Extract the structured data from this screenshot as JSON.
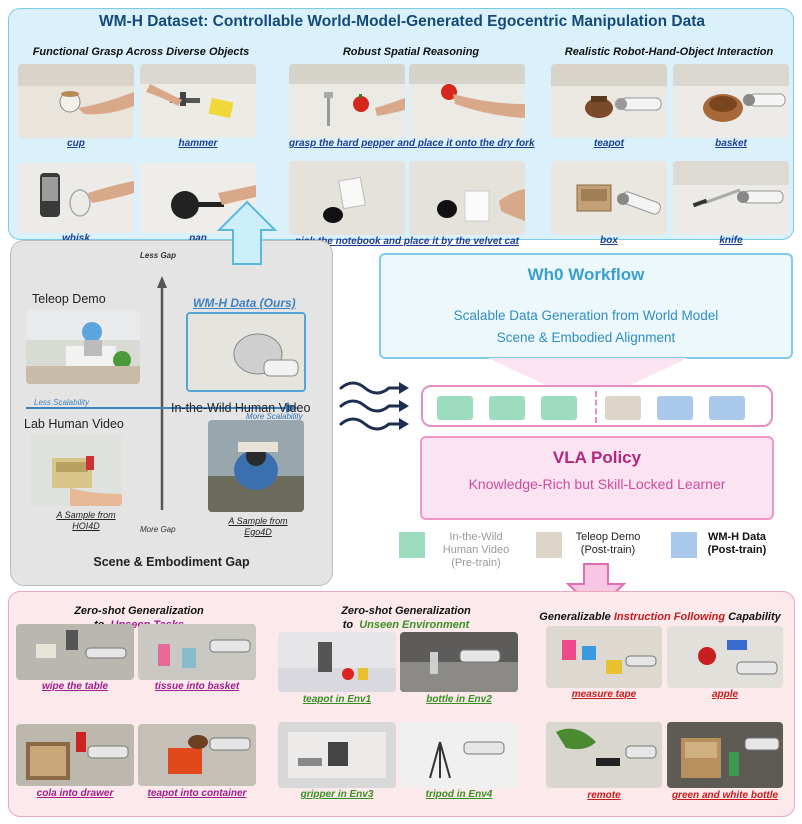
{
  "top": {
    "title": "WM-H Dataset: Controllable World-Model-Generated Egocentric Manipulation Data",
    "sections": [
      {
        "title": "Functional Grasp Across Diverse Objects",
        "items": [
          "cup",
          "hammer",
          "whisk",
          "pan"
        ]
      },
      {
        "title": "Robust Spatial Reasoning",
        "items": [
          "grasp the hard pepper and place it onto the dry fork",
          "pick the notebook and place it by the velvet cat"
        ]
      },
      {
        "title": "Realistic Robot-Hand-Object Interaction",
        "items": [
          "teapot",
          "basket",
          "box",
          "knife"
        ]
      }
    ]
  },
  "gap": {
    "axis_top": "Less Gap",
    "axis_bottom": "More Gap",
    "axis_left": "Less Scalability",
    "axis_right": "More Scalability",
    "teleop": "Teleop Demo",
    "wmh": "WM-H Data (Ours)",
    "lab": "Lab Human Video",
    "wild": "In-the-Wild Human Video",
    "lab_caption": [
      "A Sample from",
      "HOI4D"
    ],
    "wild_caption": [
      "A Sample from",
      "Ego4D"
    ],
    "footer": "Scene & Embodiment Gap"
  },
  "workflow": {
    "title": "Wh0 Workflow",
    "line1": "Scalable Data Generation from World Model",
    "line2": "Scene & Embodied Alignment"
  },
  "vla": {
    "title": "VLA Policy",
    "subtitle": "Knowledge-Rich but Skill-Locked Learner"
  },
  "legend": [
    {
      "line1": "In-the-Wild",
      "line2": "Human Video",
      "line3": "(Pre-train)",
      "color": "#9ddcbf"
    },
    {
      "line1": "Teleop Demo",
      "line2": "(Post-train)",
      "color": "#ddd5c8"
    },
    {
      "line1": "WM-H Data",
      "line2": "(Post-train)",
      "color": "#a9c8ea"
    }
  ],
  "bottom": {
    "tasks": {
      "prefix1": "Zero-shot Generalization",
      "prefix2": "to",
      "highlight": "Unseen Tasks",
      "items": [
        "wipe the table",
        "tissue into basket",
        "cola into  drawer",
        "teapot into  container"
      ]
    },
    "env": {
      "prefix1": "Zero-shot Generalization",
      "prefix2": "to",
      "highlight": "Unseen Environment",
      "items": [
        "teapot in Env1",
        "bottle in Env2",
        "gripper in Env3",
        "tripod in Env4"
      ]
    },
    "instr": {
      "pre": "Generalizable",
      "highlight": "Instruction Following",
      "post": "Capability",
      "items": [
        "measure tape",
        "apple",
        "remote",
        "green and white bottle"
      ]
    }
  },
  "colors": {
    "token_green": "#9ddcbf",
    "token_beige": "#ddd5c8",
    "token_blue": "#a9c8ea",
    "cyan_border": "#7fcae6",
    "pink_border": "#ee97c9"
  }
}
